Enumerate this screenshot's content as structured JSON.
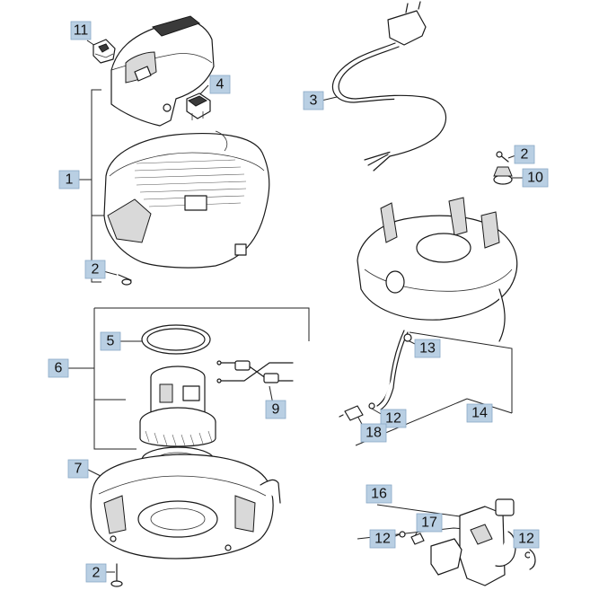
{
  "callouts": {
    "c1": "1",
    "c2a": "2",
    "c2b": "2",
    "c2c": "2",
    "c3": "3",
    "c4": "4",
    "c5": "5",
    "c6": "6",
    "c7": "7",
    "c9": "9",
    "c10": "10",
    "c11": "11",
    "c12a": "12",
    "c12b": "12",
    "c12c": "12",
    "c13": "13",
    "c14": "14",
    "c16": "16",
    "c17": "17",
    "c18": "18"
  },
  "colors": {
    "label_fill": "#b9cfe3",
    "line": "#1a1a1a"
  }
}
